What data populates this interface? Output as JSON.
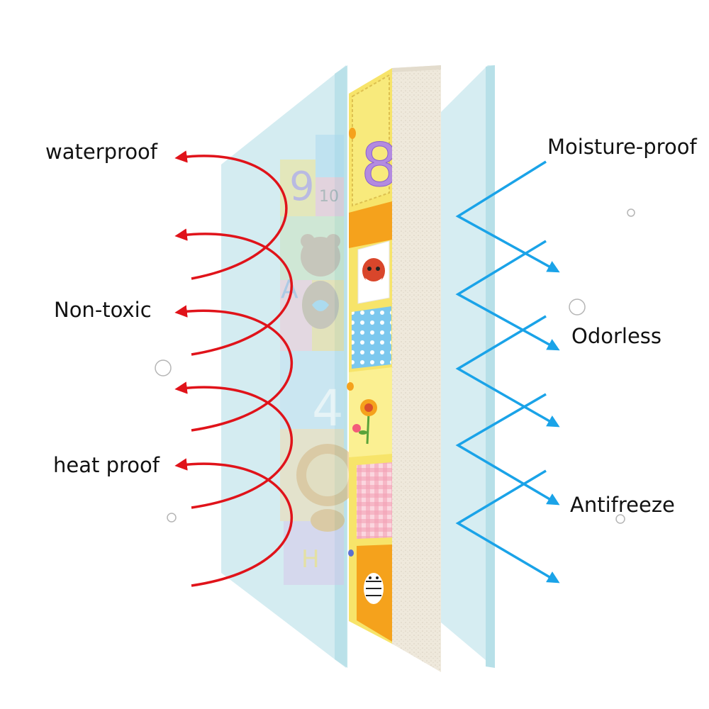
{
  "labels": {
    "left": [
      "waterproof",
      "Non-toxic",
      "heat proof"
    ],
    "right": [
      "Moisture-proof",
      "Odorless",
      "Antifreeze"
    ]
  },
  "mat_print": {
    "top_number": "8",
    "faded_numbers": [
      "9",
      "10",
      "4"
    ],
    "faded_letters": [
      "A",
      "H"
    ]
  },
  "colors": {
    "left_arrows": "#e0131a",
    "right_arrows": "#1aa3e8",
    "film": "#cfeaf0",
    "foam_core": "#efe9dc",
    "mat_yellow": "#f7e46a",
    "mat_orange": "#f5a21c",
    "mat_blue": "#7cc8ee",
    "mat_pink": "#f6b9c8"
  },
  "icons": [
    "bear-icon",
    "lion-icon",
    "fox-icon",
    "flower-icon",
    "zebra-icon",
    "bee-icon"
  ]
}
